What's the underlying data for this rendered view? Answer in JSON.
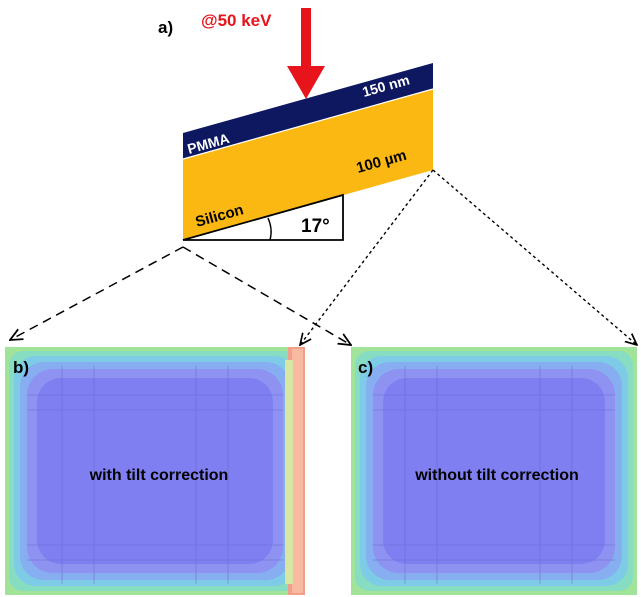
{
  "top": {
    "panel_label": "a)",
    "energy_label": "@50 keV",
    "energy_color": "#e8141b"
  },
  "stack": {
    "resist_name": "PMMA",
    "resist_thickness": "150 nm",
    "resist_color": "#0d1860",
    "substrate_name": "Silicon",
    "substrate_thickness": "100 µm",
    "substrate_color": "#fbb812",
    "tilt_angle": "17°"
  },
  "panels": [
    {
      "panel_label": "b)",
      "caption": "with tilt correction",
      "has_hot_edge": true
    },
    {
      "panel_label": "c)",
      "caption": "without tilt correction",
      "has_hot_edge": false
    }
  ]
}
